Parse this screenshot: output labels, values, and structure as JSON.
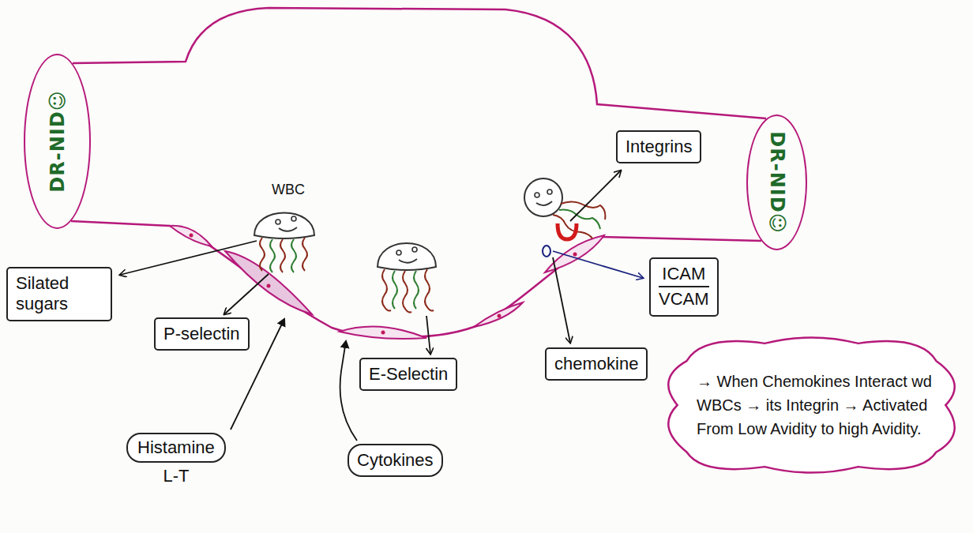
{
  "diagram": {
    "nodes": [
      {
        "text": [
          "DR-NID☺"
        ]
      },
      {
        "text": [
          "Integrins"
        ]
      },
      {
        "text": [
          "DR-NID☺"
        ]
      },
      {
        "text": [
          "Silated sugars"
        ]
      },
      {
        "text": [
          "ICAM",
          "VCAM"
        ]
      },
      {
        "text": [
          "P-selectin"
        ]
      },
      {
        "text": [
          "E-Selectin"
        ]
      },
      {
        "text": [
          "chemokine"
        ]
      },
      {
        "text": [
          "Histamine",
          "L-T"
        ]
      },
      {
        "text": [
          "Cytokines"
        ]
      },
      {
        "text": [
          "→ When Chemokines Interact wd WBCs → its Integrin → Activated From Low Avidity to high Avidity."
        ]
      }
    ],
    "labels": [
      "WBC"
    ]
  }
}
